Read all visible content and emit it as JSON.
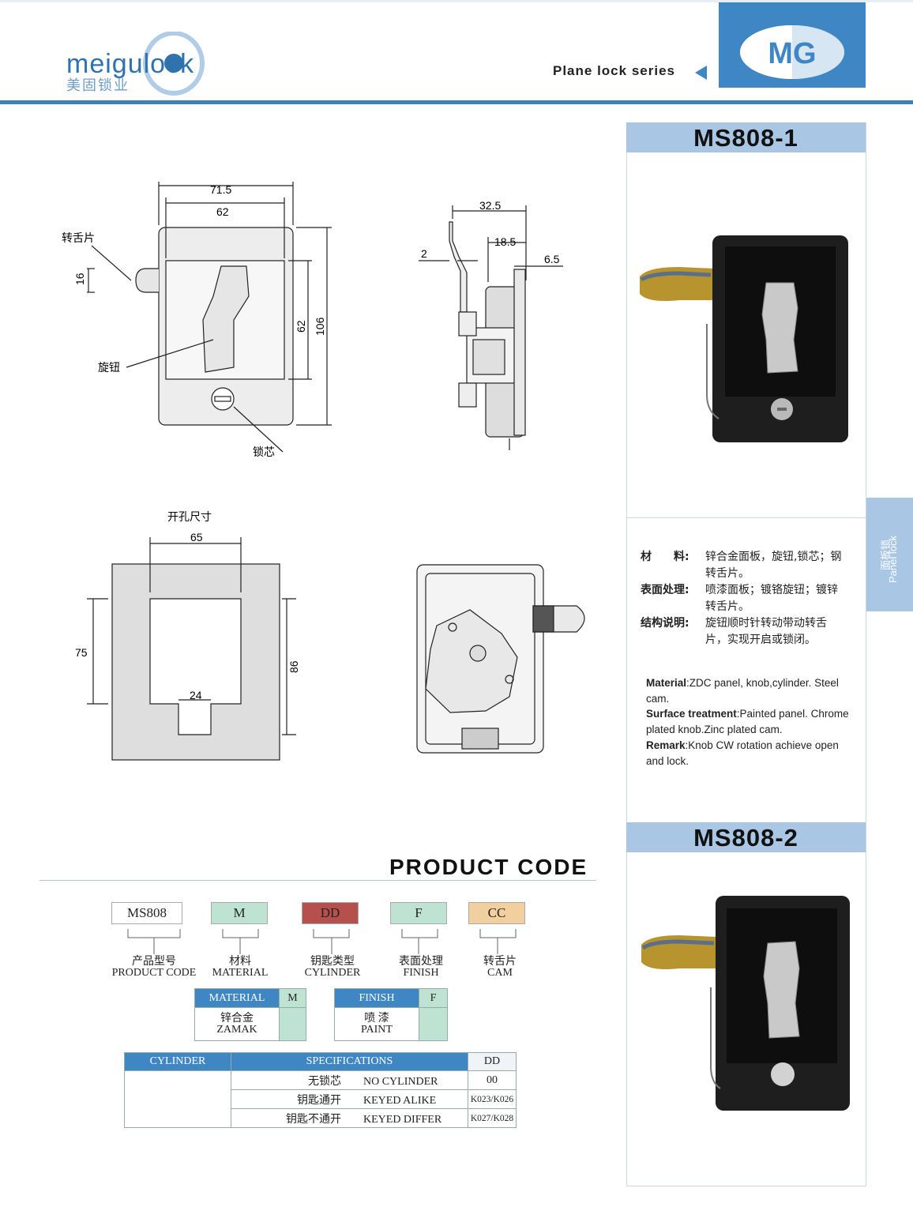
{
  "header": {
    "logo_text": "meigulock",
    "logo_cn": "美固锁业",
    "series": "Plane lock series",
    "brand_badge": "MG"
  },
  "side_tab": {
    "cn": "面板锁",
    "en": "Panel lock"
  },
  "drawing": {
    "front": {
      "dims": [
        "71.5",
        "62",
        "16",
        "62",
        "106"
      ],
      "labels": [
        "转舌片",
        "旋钮",
        "锁芯"
      ]
    },
    "side": {
      "dims": [
        "32.5",
        "18.5",
        "2",
        "6.5"
      ]
    },
    "cutout": {
      "title": "开孔尺寸",
      "dims": [
        "65",
        "75",
        "86",
        "24"
      ]
    }
  },
  "products": [
    {
      "model": "MS808-1",
      "spec_cn": [
        {
          "label": "材　　料:",
          "value": "锌合金面板，旋钮,锁芯；钢转舌片。"
        },
        {
          "label": "表面处理:",
          "value": "喷漆面板；镀铬旋钮；镀锌转舌片。"
        },
        {
          "label": "结构说明:",
          "value": "旋钮顺时针转动带动转舌片，实现开启或锁闭。"
        }
      ],
      "spec_en": [
        {
          "label": "Material",
          "value": ":ZDC panel, knob,cylinder. Steel cam."
        },
        {
          "label": "Surface treatment",
          "value": ":Painted panel. Chrome plated knob.Zinc plated cam."
        },
        {
          "label": "Remark",
          "value": ":Knob CW rotation achieve open and lock."
        }
      ]
    },
    {
      "model": "MS808-2"
    }
  ],
  "product_code": {
    "title": "PRODUCT CODE",
    "codes": [
      {
        "code": "MS808",
        "color": "#ffffff",
        "cn": "产品型号",
        "en": "PRODUCT CODE"
      },
      {
        "code": "M",
        "color": "#bfe3d2",
        "cn": "材料",
        "en": "MATERIAL"
      },
      {
        "code": "DD",
        "color": "#b5504c",
        "cn": "钥匙类型",
        "en": "CYLINDER"
      },
      {
        "code": "F",
        "color": "#bfe3d2",
        "cn": "表面处理",
        "en": "FINISH"
      },
      {
        "code": "CC",
        "color": "#f1cf9e",
        "cn": "转舌片",
        "en": "CAM"
      }
    ],
    "material_table": {
      "header": "MATERIAL",
      "code_header": "M",
      "cn": "锌合金",
      "en": "ZAMAK",
      "code": ""
    },
    "finish_table": {
      "header": "FINISH",
      "code_header": "F",
      "cn": "喷 漆",
      "en": "PAINT",
      "code": ""
    },
    "cylinder_table": {
      "headers": [
        "CYLINDER",
        "SPECIFICATIONS",
        "DD"
      ],
      "rows": [
        {
          "cn": "无锁芯",
          "en": "NO CYLINDER",
          "code": "00"
        },
        {
          "cn": "钥匙通开",
          "en": "KEYED ALIKE",
          "code": "K023/K026"
        },
        {
          "cn": "钥匙不通开",
          "en": "KEYED DIFFER",
          "code": "K027/K028"
        }
      ]
    }
  },
  "colors": {
    "accent_blue": "#3f86c4",
    "light_blue": "#a9c7e4",
    "green": "#bfe3d2"
  }
}
